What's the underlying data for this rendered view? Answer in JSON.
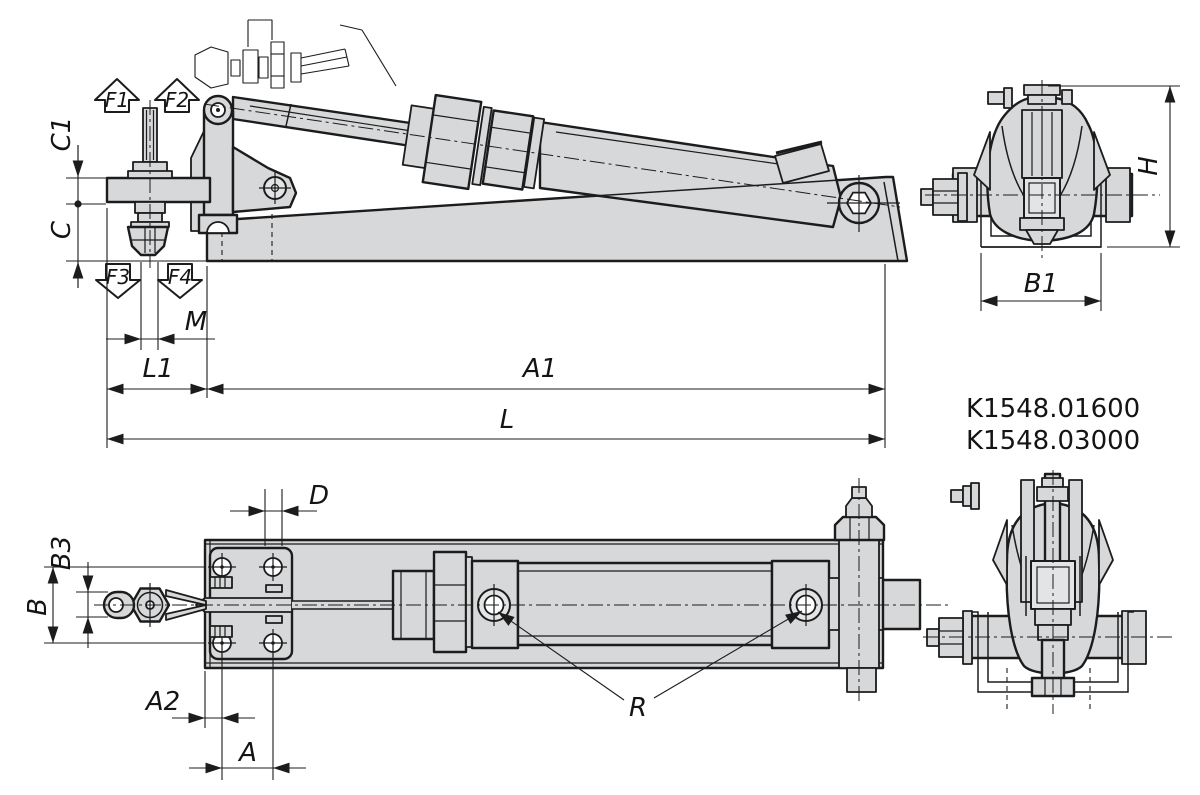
{
  "part_numbers": [
    "K1548.01600",
    "K1548.03000"
  ],
  "force_labels": {
    "f1": "F1",
    "f2": "F2",
    "f3": "F3",
    "f4": "F4"
  },
  "dim_labels": {
    "c1": "C1",
    "c": "C",
    "m": "M",
    "l1": "L1",
    "a1": "A1",
    "l": "L",
    "h": "H",
    "b1": "B1",
    "d": "D",
    "b3": "B3",
    "b": "B",
    "a2": "A2",
    "a": "A",
    "r": "R"
  },
  "colors": {
    "background": "#ffffff",
    "line": "#1c1c1c",
    "part_fill": "#d7d8d9",
    "inner_fill": "#e3e4e5"
  }
}
